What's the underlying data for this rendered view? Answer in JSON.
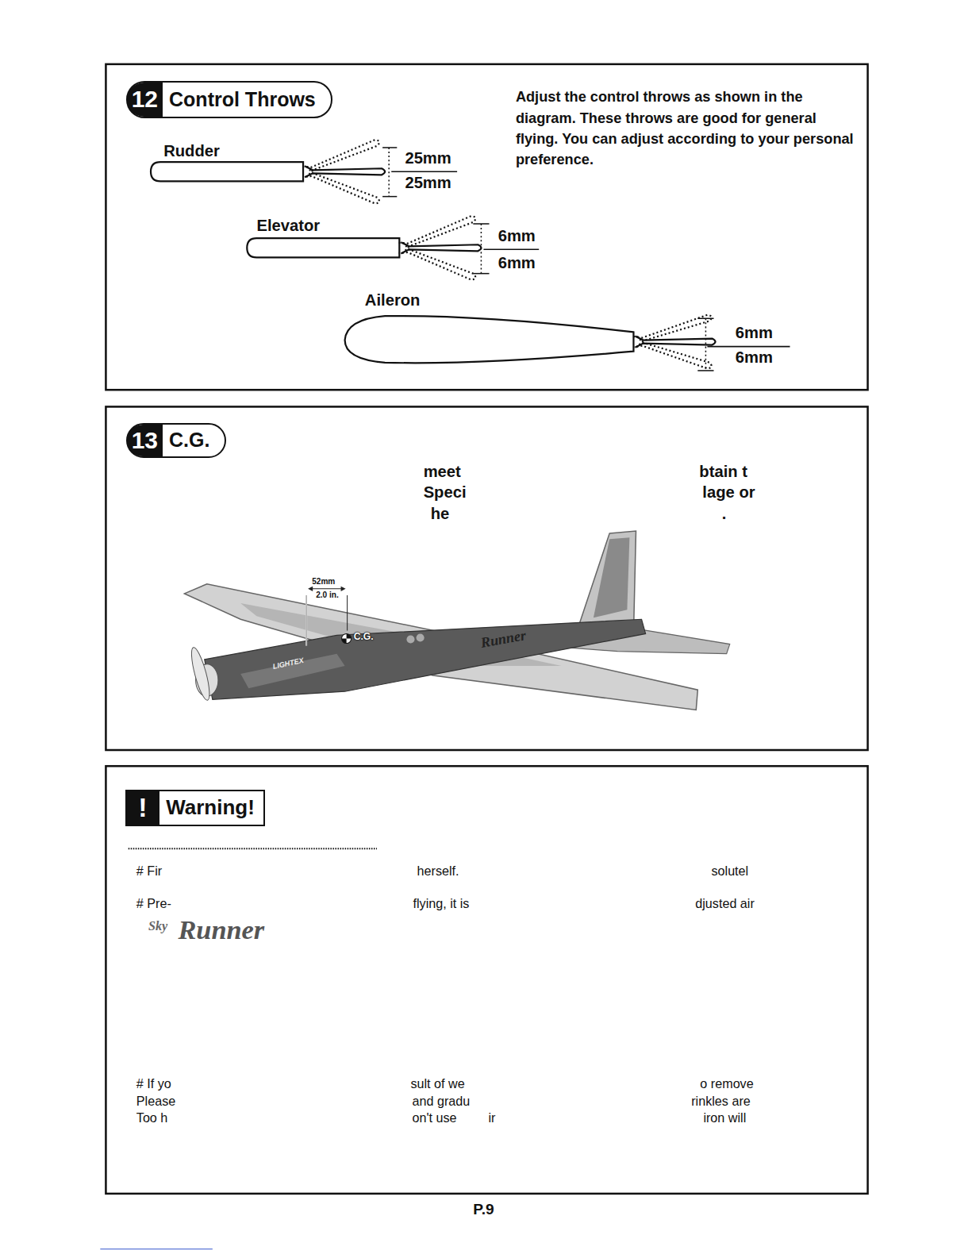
{
  "diagram": {
    "nodes": [
      {
        "text": [
          "12",
          "Control Throws"
        ]
      },
      {
        "text": [
          "13",
          "C.G."
        ]
      },
      {
        "text": [
          "!",
          "Warning!"
        ]
      }
    ],
    "labels": [
      "Adjust the control throws as shown in the diagram. These throws are good for general flying. You can adjust according to your personal preference.",
      "Rudder",
      "25mm",
      "25mm",
      "Elevator",
      "6mm",
      "6mm",
      "Aileron",
      "6mm",
      "6mm",
      "meet",
      "Speci",
      "he",
      "btain t",
      "lage or",
      ".",
      "52mm",
      "2.0 in.",
      "C.G.",
      "LIGHTEX",
      "Runner",
      "# Fir",
      "herself.",
      "solutel",
      "# Pre-",
      "flying, it is",
      "djusted air",
      "Sky",
      "Runner",
      "# If yo",
      "sult of we",
      "o remove",
      "Please",
      "and gradu",
      "rinkles are",
      "Too h",
      "on't use",
      "ir",
      "iron will",
      "P.9"
    ]
  }
}
